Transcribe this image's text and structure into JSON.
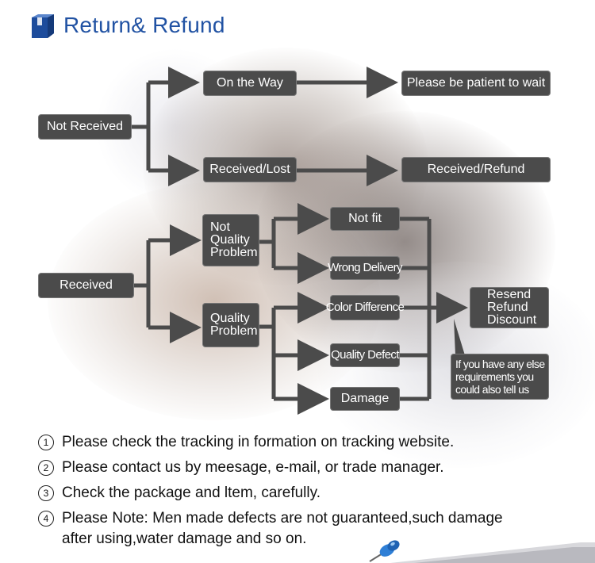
{
  "header": {
    "title": "Return& Refund",
    "icon": "package-icon"
  },
  "diagram": {
    "not_received": "Not Received",
    "on_the_way": "On the Way",
    "please_wait": "Please be patient to wait",
    "received_lost": "Received/Lost",
    "received_refund": "Received/Refund",
    "received": "Received",
    "not_quality_problem": "Not\nQuality\nProblem",
    "quality_problem": "Quality\nProblem",
    "not_fit": "Not fit",
    "wrong_delivery": "Wrong Delivery",
    "color_difference": "Color Difference",
    "quality_defect": "Quality Defect",
    "damage": "Damage",
    "resend_refund_discount": "Resend\nRefund\nDiscount",
    "else_requirements": "If you have any else\nrequirements you\ncould also tell us"
  },
  "notes": [
    {
      "num": "1",
      "text": "Please check the tracking in formation on tracking website."
    },
    {
      "num": "2",
      "text": "Please contact us by meesage, e-mail, or trade manager."
    },
    {
      "num": "3",
      "text": "Check the package and ltem, carefully."
    },
    {
      "num": "4",
      "text": "Please Note: Men made defects  are not guaranteed,such damage\nafter using,water damage and so on."
    }
  ],
  "colors": {
    "title": "#2152a3",
    "box": "#4b4b4b",
    "connector": "#4b4b4b"
  }
}
